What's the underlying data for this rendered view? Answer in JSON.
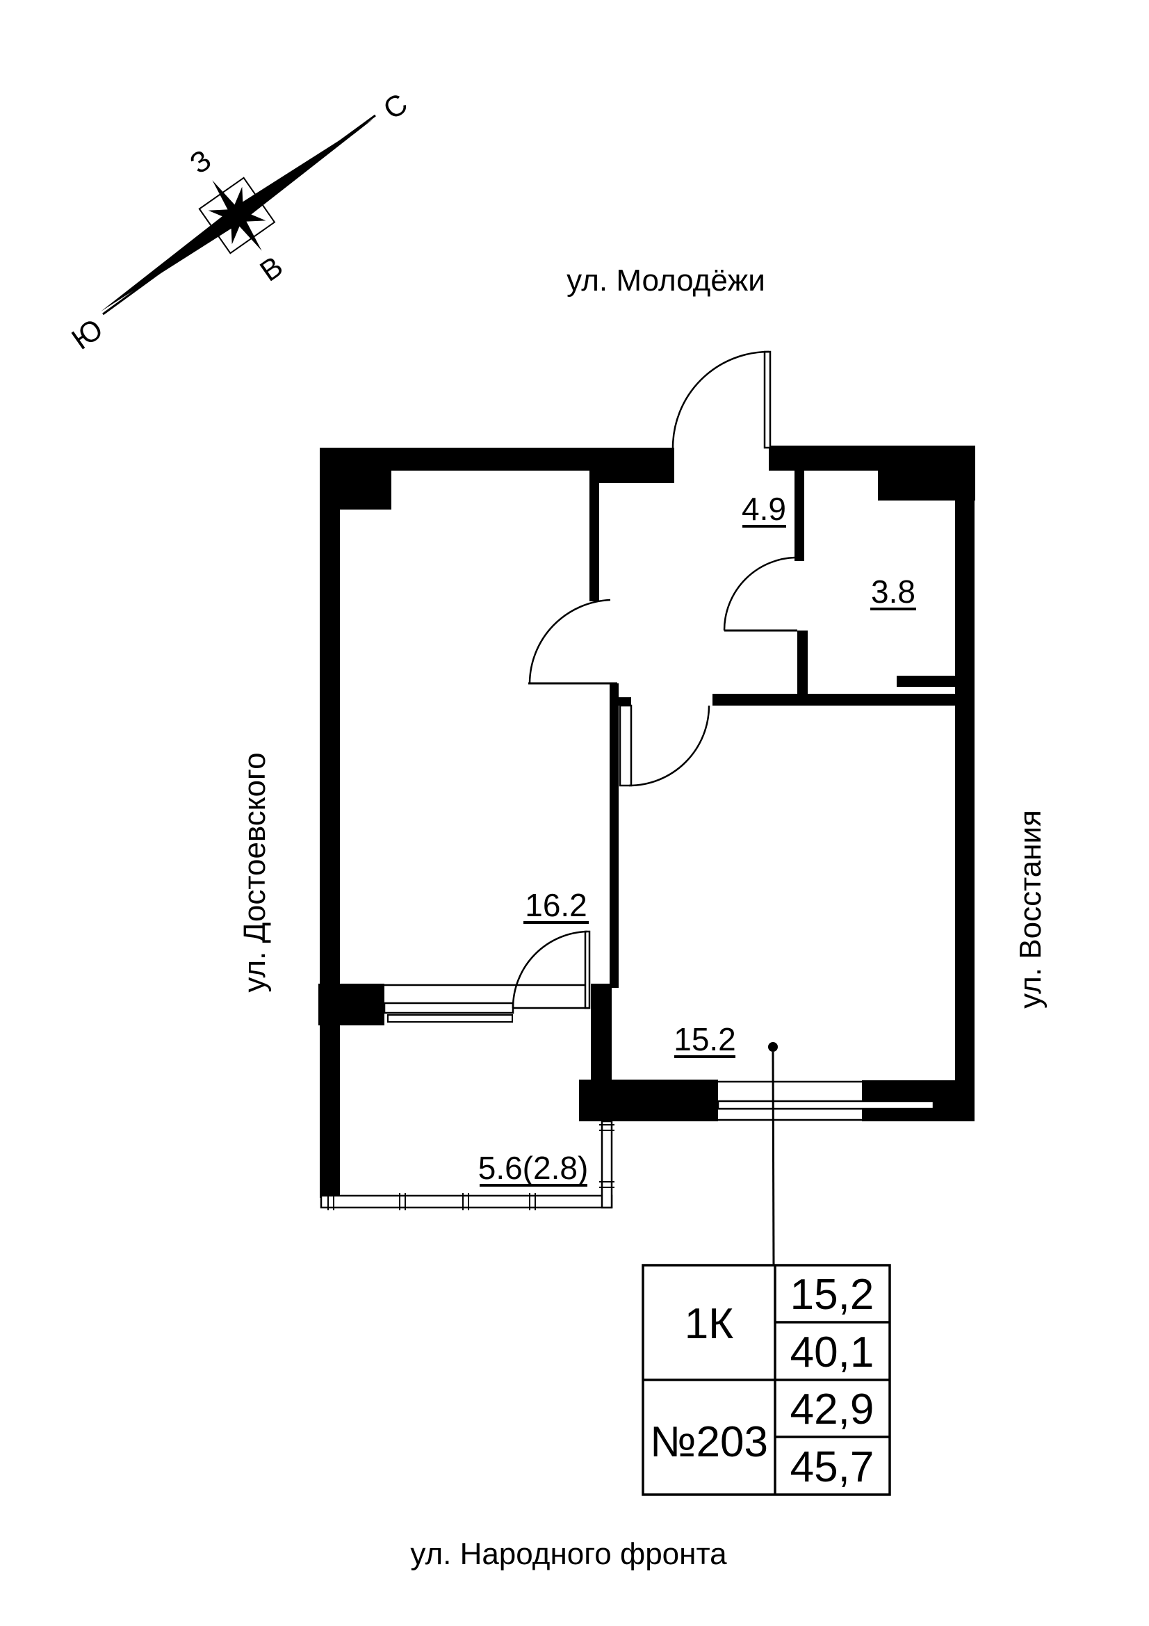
{
  "background_color": "#ffffff",
  "line_color": "#000000",
  "compass": {
    "north": "С",
    "south": "Ю",
    "west": "З",
    "east": "В"
  },
  "streets": {
    "top": "ул. Молодёжи",
    "bottom": "ул. Народного фронта",
    "left": "ул. Достоевского",
    "right": "ул. Восстания"
  },
  "rooms": {
    "hallway": {
      "area": "4.9"
    },
    "bathroom": {
      "area": "3.8"
    },
    "living_room": {
      "area": "16.2"
    },
    "kitchen_living_room": {
      "area": "15.2"
    },
    "loggia": {
      "area": "5.6(2.8)"
    }
  },
  "info_table": {
    "rows": [
      {
        "label": "1К",
        "values": [
          "15,2",
          "40,1"
        ]
      },
      {
        "label": "№203",
        "values": [
          "42,9",
          "45,7"
        ]
      }
    ]
  }
}
